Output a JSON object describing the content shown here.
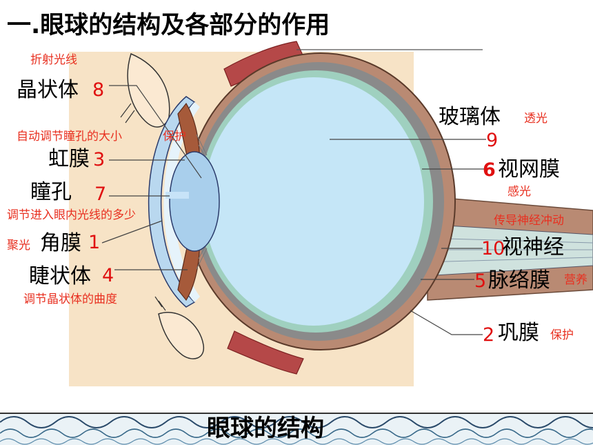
{
  "title": "一.眼球的结构及各部分的作用",
  "caption": "眼球的结构",
  "colors": {
    "label": "#000000",
    "number": "#e01010",
    "function": "#e83020"
  },
  "labels": {
    "lens": "晶状体",
    "iris": "虹膜",
    "pupil": "瞳孔",
    "cornea": "角膜",
    "ciliary": "睫状体",
    "vitreous": "玻璃体",
    "retina": "视网膜",
    "optic_nerve": "视神经",
    "choroid": "脉络膜",
    "sclera": "巩膜"
  },
  "numbers": {
    "lens": "8",
    "iris": "3",
    "pupil": "7",
    "cornea": "1",
    "ciliary": "4",
    "vitreous": "9",
    "retina": "6",
    "optic_nerve": "10",
    "choroid": "5",
    "sclera": "2"
  },
  "functions": {
    "lens": "折射光线",
    "iris": "自动调节瞳孔的大小",
    "iris_protect": "保护",
    "pupil": "调节进入眼内光线的多少",
    "cornea": "聚光",
    "ciliary": "调节晶状体的曲度",
    "vitreous": "透光",
    "retina": "感光",
    "optic_nerve": "传导神经冲动",
    "choroid": "营养",
    "sclera": "保护"
  }
}
